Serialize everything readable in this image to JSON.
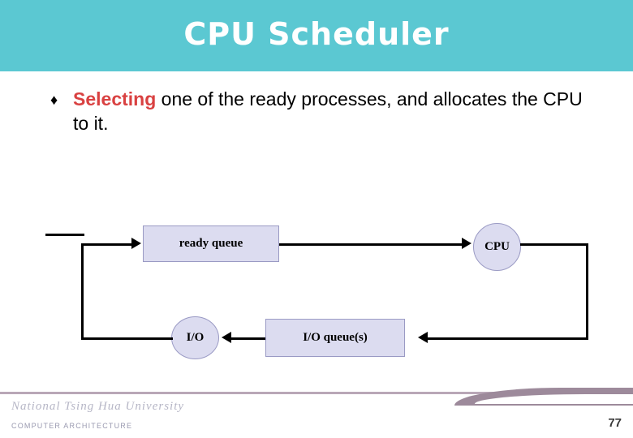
{
  "slide": {
    "title": "CPU Scheduler",
    "bullet": {
      "marker": "♦",
      "highlight": "Selecting",
      "rest": " one of  the ready processes, and allocates the CPU to it."
    },
    "diagram": {
      "ready_queue_label": "ready queue",
      "cpu_label": "CPU",
      "io_label": "I/O",
      "io_queue_label": "I/O queue(s)"
    },
    "footer": {
      "university": "National  Tsing  Hua  University",
      "department": "COMPUTER  ARCHITECTURE",
      "page_number": "77"
    },
    "colors": {
      "banner": "#5bc8d2",
      "highlight": "#d94141",
      "box_fill": "#dcdcf0",
      "box_border": "#9a9ac4",
      "footer_rule": "#b9a7b7"
    }
  }
}
